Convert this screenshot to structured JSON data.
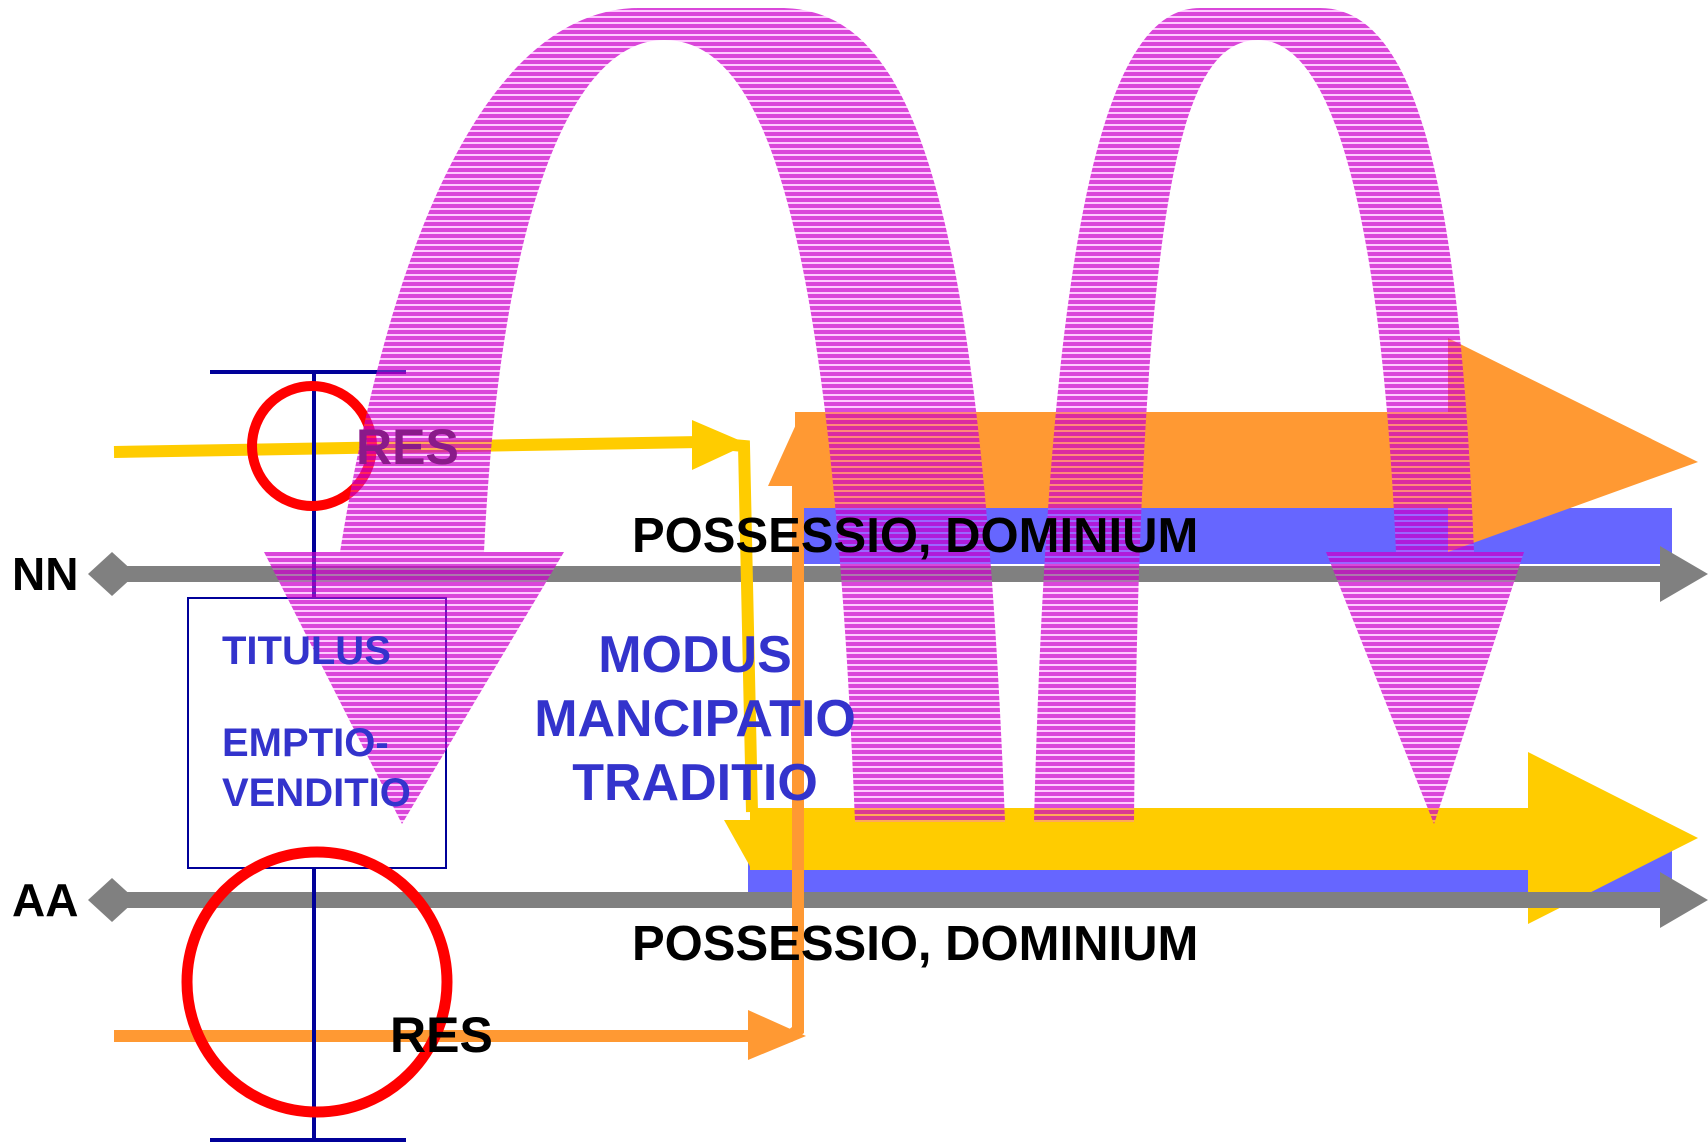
{
  "labels": {
    "party_top": "NN",
    "party_bottom": "AA",
    "res_top": "RES",
    "res_bottom": "RES",
    "possessio_top": "POSSESSIO, DOMINIUM",
    "possessio_bottom": "POSSESSIO, DOMINIUM",
    "titulus": "TITULUS",
    "emptio": "EMPTIO-",
    "venditio": "VENDITIO",
    "modus": "MODUS",
    "mancipatio": "MANCIPATIO",
    "traditio": "TRADITIO"
  },
  "colors": {
    "background": "#ffffff",
    "timeline": "#808080",
    "yellow": "#ffcc00",
    "orange": "#ff9933",
    "blue_band": "#6666ff",
    "magenta": "#cc00cc",
    "red_circle": "#ff0000",
    "navy": "#000099",
    "text_blue": "#3333cc",
    "text_black": "#000000"
  }
}
